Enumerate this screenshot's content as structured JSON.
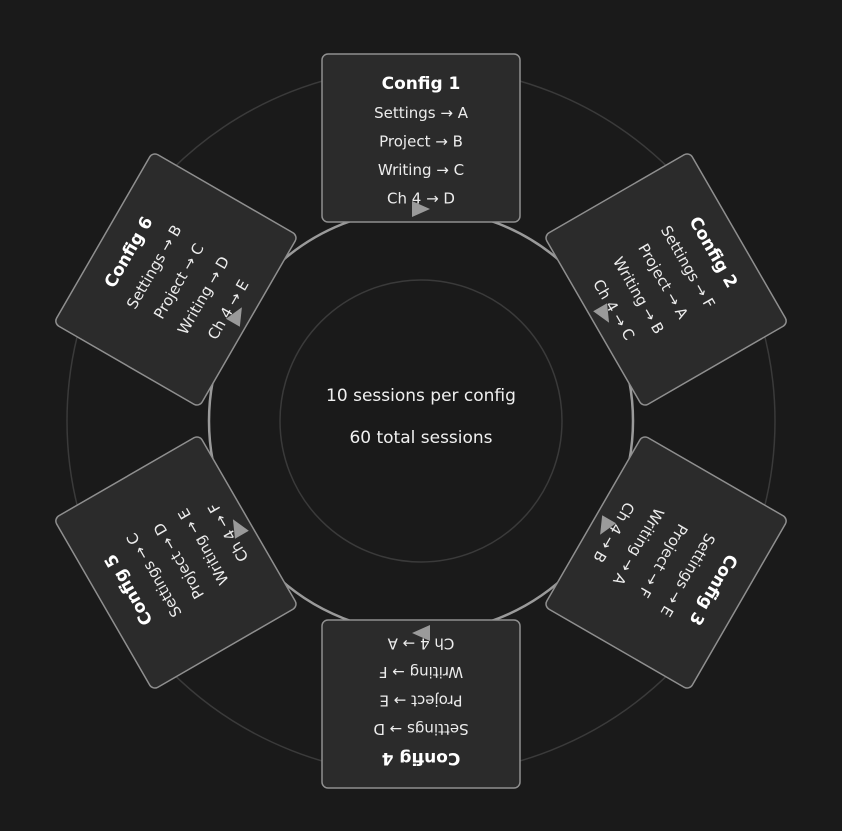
{
  "colors": {
    "background": "#1a1a1a",
    "card_fill": "#2b2b2b",
    "card_stroke": "#8f8f8f",
    "ring_stroke": "#3a3a3a",
    "cycle_stroke": "#9a9a9a",
    "arrow_fill": "#9a9a9a",
    "text": "#ececec"
  },
  "center": {
    "line1": "10 sessions per config",
    "line2": "60 total sessions"
  },
  "configs": [
    {
      "title": "Config 1",
      "lines": [
        "Settings → A",
        "Project → B",
        "Writing → C",
        "Ch 4 → D"
      ]
    },
    {
      "title": "Config 2",
      "lines": [
        "Settings → F",
        "Project → A",
        "Writing → B",
        "Ch 4 → C"
      ]
    },
    {
      "title": "Config 3",
      "lines": [
        "Settings → E",
        "Project → F",
        "Writing → A",
        "Ch 4 → B"
      ]
    },
    {
      "title": "Config 4",
      "lines": [
        "Settings → D",
        "Project → E",
        "Writing → F",
        "Ch 4 → A"
      ]
    },
    {
      "title": "Config 5",
      "lines": [
        "Settings → C",
        "Project → D",
        "Writing → E",
        "Ch 4 → F"
      ]
    },
    {
      "title": "Config 6",
      "lines": [
        "Settings → B",
        "Project → C",
        "Writing → D",
        "Ch 4 → E"
      ]
    }
  ]
}
